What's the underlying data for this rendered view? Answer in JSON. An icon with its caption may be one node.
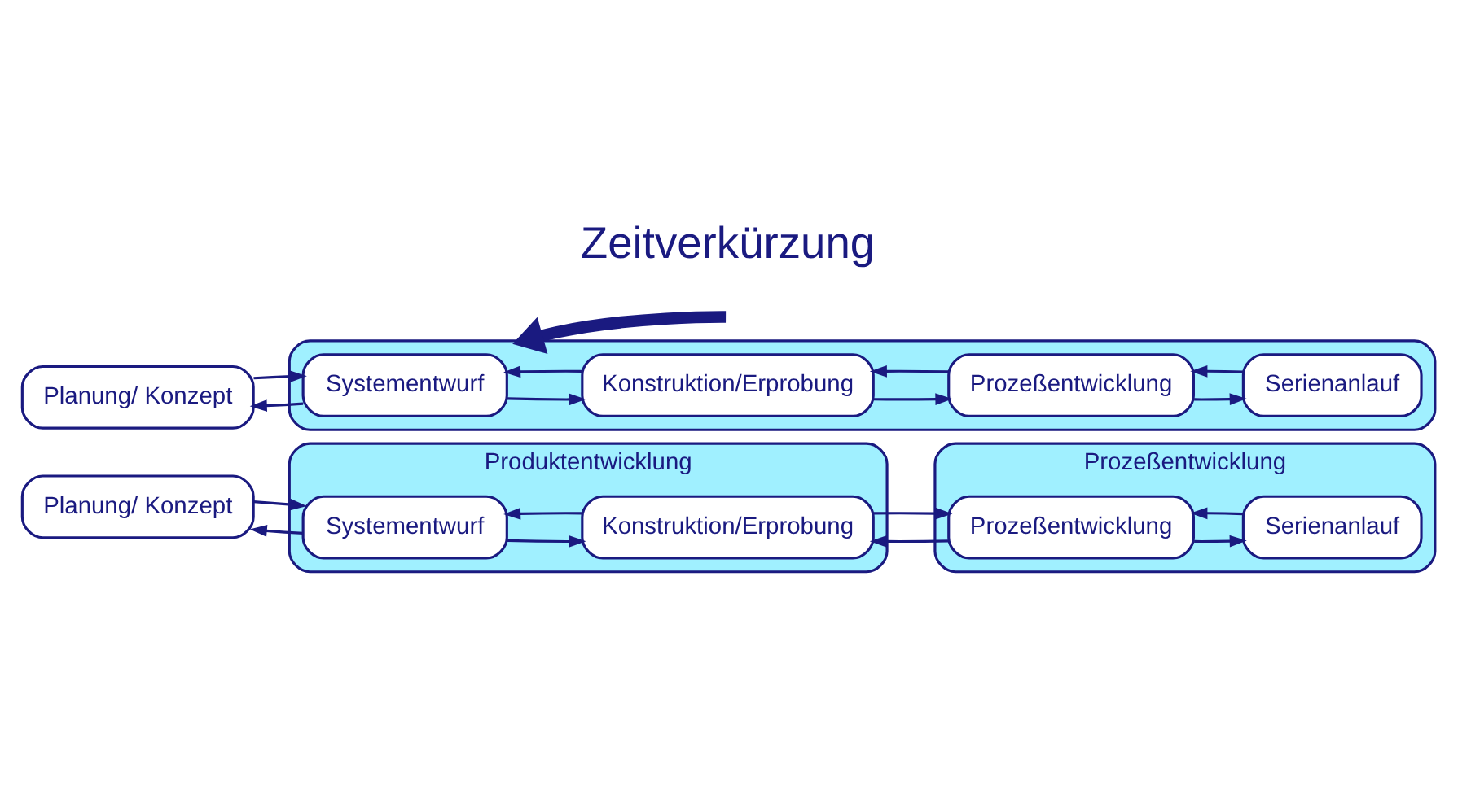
{
  "diagram": {
    "nodes": [
      {
        "text": [
          "Planung/ Konzept"
        ]
      },
      {
        "text": [
          "Produktentwicklung"
        ]
      },
      {
        "text": [
          "Systementwurf"
        ],
        "in": 1
      },
      {
        "text": [
          "Konstruktion/Erprobung"
        ],
        "in": 1
      },
      {
        "text": [
          "Prozeßentwicklung"
        ]
      },
      {
        "text": [
          "Prozeßentwicklung"
        ],
        "in": 4
      },
      {
        "text": [
          "Serienanlauf"
        ],
        "in": 4
      },
      {
        "text": [],
        "shape": "box"
      },
      {
        "text": [
          "Planung/ Konzept"
        ]
      },
      {
        "text": [
          "Systementwurf"
        ],
        "in": 7
      },
      {
        "text": [
          "Konstruktion/Erprobung"
        ],
        "in": 7
      },
      {
        "text": [
          "Prozeßentwicklung"
        ],
        "in": 7
      },
      {
        "text": [
          "Serienanlauf"
        ],
        "in": 7
      }
    ],
    "edges": [
      {
        "from": 0,
        "to": 2,
        "arrow": "to"
      },
      {
        "from": 2,
        "to": 0,
        "arrow": "to"
      },
      {
        "from": 2,
        "to": 3,
        "arrow": "to"
      },
      {
        "from": 3,
        "to": 2,
        "arrow": "to"
      },
      {
        "from": 3,
        "to": 5,
        "arrow": "to"
      },
      {
        "from": 5,
        "to": 3,
        "arrow": "to"
      },
      {
        "from": 5,
        "to": 6,
        "arrow": "to"
      },
      {
        "from": 6,
        "to": 5,
        "arrow": "to"
      },
      {
        "from": 8,
        "to": 9,
        "arrow": "to"
      },
      {
        "from": 9,
        "to": 8,
        "arrow": "to"
      },
      {
        "from": 9,
        "to": 10,
        "arrow": "to"
      },
      {
        "from": 10,
        "to": 9,
        "arrow": "to"
      },
      {
        "from": 10,
        "to": 11,
        "arrow": "to"
      },
      {
        "from": 11,
        "to": 10,
        "arrow": "to"
      },
      {
        "from": 11,
        "to": 12,
        "arrow": "to"
      },
      {
        "from": 12,
        "to": 11,
        "arrow": "to"
      },
      {
        "from": null,
        "to": 7,
        "arrow": "to",
        "style": "thick"
      }
    ],
    "labels": [
      "Zeitverkürzung"
    ]
  }
}
